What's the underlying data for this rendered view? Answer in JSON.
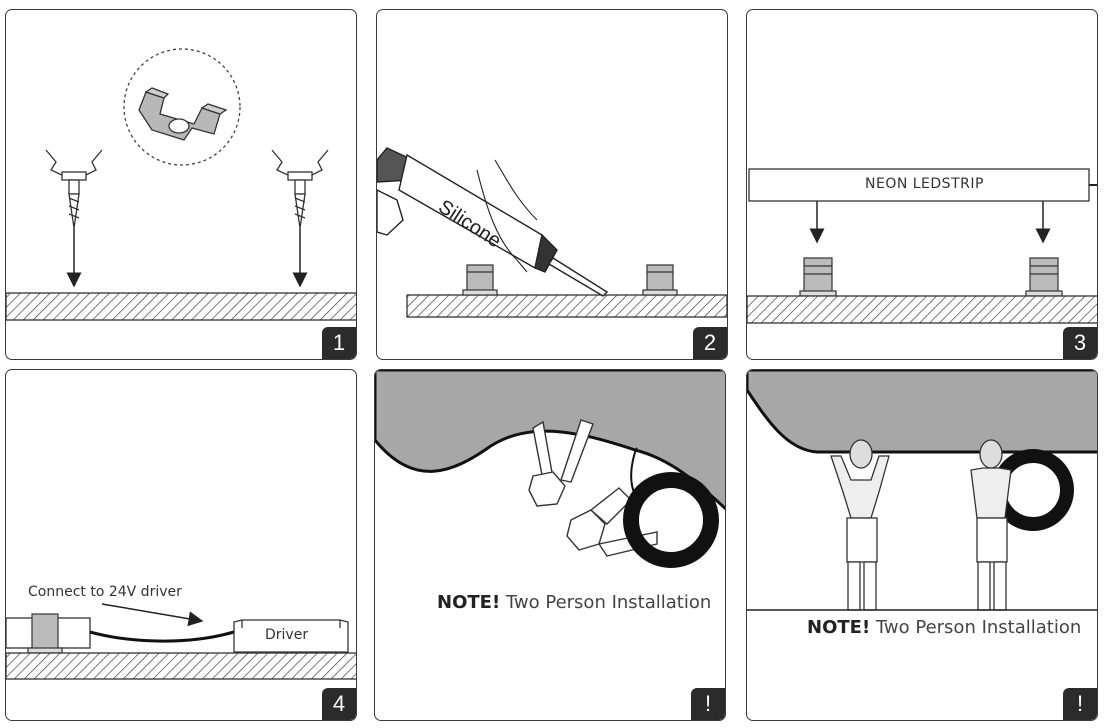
{
  "steps": [
    {
      "number": "1"
    },
    {
      "number": "2",
      "cartridge_text": "Silicone"
    },
    {
      "number": "3",
      "strip_label": "NEON LEDSTRIP"
    },
    {
      "number": "4",
      "connect_text": "Connect to 24V driver",
      "driver_label": "Driver"
    },
    {
      "number": "!",
      "note_bold": "NOTE!",
      "note_rest": "Two Person Installation"
    },
    {
      "number": "!",
      "note_bold": "NOTE!",
      "note_rest": "Two Person Installation"
    }
  ],
  "colors": {
    "ceiling": "#a7a7a7",
    "metal": "#b4b4b4",
    "badge": "#2b2b2b"
  }
}
